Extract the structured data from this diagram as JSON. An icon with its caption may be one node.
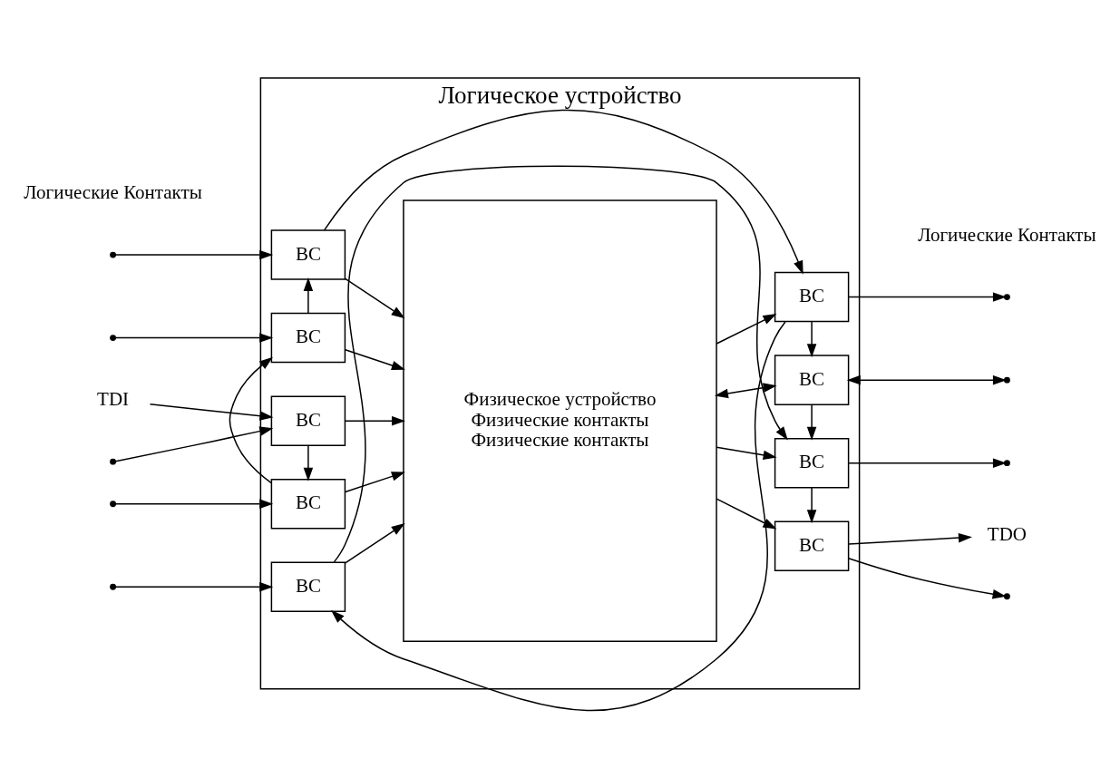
{
  "diagram": {
    "nodes": [
      {
        "text": [
          "Логическое устройство"
        ]
      },
      {
        "text": [
          "Физическое устройство",
          "Физические контакты",
          "Физические контакты"
        ],
        "in": 0
      },
      {
        "text": [
          "BC"
        ],
        "in": 0
      },
      {
        "text": [
          "BC"
        ],
        "in": 0
      },
      {
        "text": [
          "BC"
        ],
        "in": 0
      },
      {
        "text": [
          "BC"
        ],
        "in": 0
      },
      {
        "text": [
          "BC"
        ],
        "in": 0
      },
      {
        "text": [
          "BC"
        ],
        "in": 0
      },
      {
        "text": [
          "BC"
        ],
        "in": 0
      },
      {
        "text": [
          "BC"
        ],
        "in": 0
      },
      {
        "text": [
          "BC"
        ],
        "in": 0
      },
      {
        "text": [
          "TDI"
        ]
      },
      {
        "text": [
          "TDO"
        ]
      }
    ],
    "edges": [
      {
        "from": 11,
        "to": 5,
        "arrow": "to"
      },
      {
        "from": 5,
        "to": 4,
        "arrow": "to"
      },
      {
        "from": 4,
        "to": 3,
        "arrow": "to"
      },
      {
        "from": 3,
        "to": 2,
        "arrow": "to"
      },
      {
        "from": 2,
        "to": 6,
        "arrow": "to"
      },
      {
        "from": null,
        "to": 2,
        "arrow": "to"
      },
      {
        "from": null,
        "to": 3,
        "arrow": "to"
      },
      {
        "from": null,
        "to": 4,
        "arrow": "to"
      },
      {
        "from": null,
        "to": 5,
        "arrow": "to"
      },
      {
        "from": 2,
        "to": 1,
        "arrow": "to"
      },
      {
        "from": 3,
        "to": 1,
        "arrow": "to"
      },
      {
        "from": 4,
        "to": 1,
        "arrow": "to"
      },
      {
        "from": 5,
        "to": 1,
        "arrow": "to"
      },
      {
        "from": 1,
        "to": 6,
        "arrow": "to"
      },
      {
        "from": 1,
        "to": 7,
        "arrow": "both"
      },
      {
        "from": 8,
        "to": 1,
        "arrow": "to"
      },
      {
        "from": 1,
        "to": 9,
        "arrow": "to"
      },
      {
        "from": 1,
        "to": 10,
        "arrow": "to"
      },
      {
        "from": 6,
        "to": 7,
        "arrow": "to"
      },
      {
        "from": 6,
        "to": 8,
        "arrow": "to"
      },
      {
        "from": 7,
        "to": 9,
        "arrow": "to"
      },
      {
        "from": 8,
        "to": 9,
        "arrow": "to"
      },
      {
        "from": 9,
        "to": 10,
        "arrow": "to"
      },
      {
        "from": 10,
        "to": 12,
        "arrow": "to"
      },
      {
        "from": 6,
        "to": null,
        "arrow": "to"
      },
      {
        "from": 7,
        "to": null,
        "arrow": "both"
      },
      {
        "from": null,
        "to": 8,
        "arrow": "to"
      },
      {
        "from": 9,
        "to": null,
        "arrow": "to"
      },
      {
        "from": 10,
        "to": null,
        "arrow": "to"
      }
    ],
    "labels": [
      "Логические Контакты",
      "Логические Контакты"
    ]
  }
}
